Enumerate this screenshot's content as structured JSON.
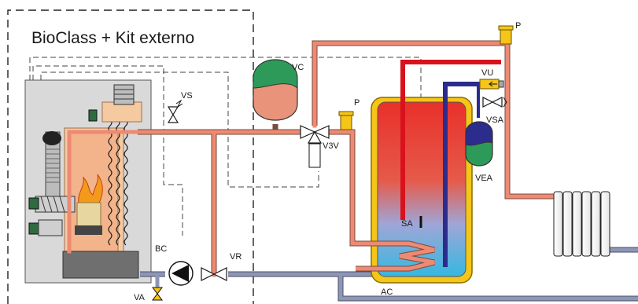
{
  "title": "BioClass + Kit externo",
  "components": {
    "vs": "VS",
    "vc": "VC",
    "p_top": "P",
    "p_mid": "P",
    "v3v": "V3V",
    "vu": "VU",
    "vsa": "VSA",
    "vea": "VEA",
    "sa": "SA",
    "bc": "BC",
    "vr": "VR",
    "va": "VA",
    "ac": "AC"
  },
  "colors": {
    "hot_water": "#ee8a73",
    "cold_water": "#8e96b6",
    "expansion_vessel": "#2e9a5a",
    "dhw_outlet": "#d8121c",
    "dhw_inlet": "#2b2c8c",
    "purge_valve": "#f5c518",
    "boiler_panel": "#d9d9d9"
  }
}
